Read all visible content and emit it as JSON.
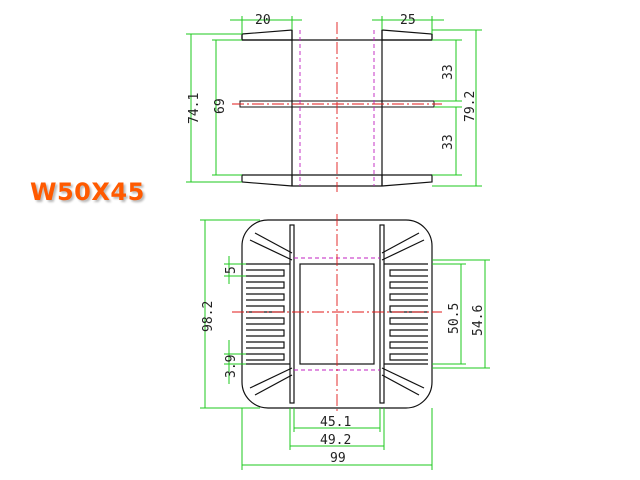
{
  "title": "W50X45",
  "dimensions": {
    "top_left_flange": "20",
    "top_right_flange": "25",
    "overall_height_left": "74.1",
    "inner_height_left": "69",
    "upper_section_right": "33",
    "lower_section_right": "33",
    "overall_height_right": "79.2",
    "body_height_left": "98.2",
    "slot_pitch": "5",
    "slot_width": "3.9",
    "comb_span_inner": "50.5",
    "comb_span_outer": "54.6",
    "window_inner": "45.1",
    "window_outer": "49.2",
    "overall_width": "99"
  },
  "colors": {
    "dimension_lines": "#1ec81e",
    "outline": "#111111",
    "center_lines": "#e01a1a",
    "hidden_lines": "#c020c0",
    "title": "#ff5a00"
  }
}
